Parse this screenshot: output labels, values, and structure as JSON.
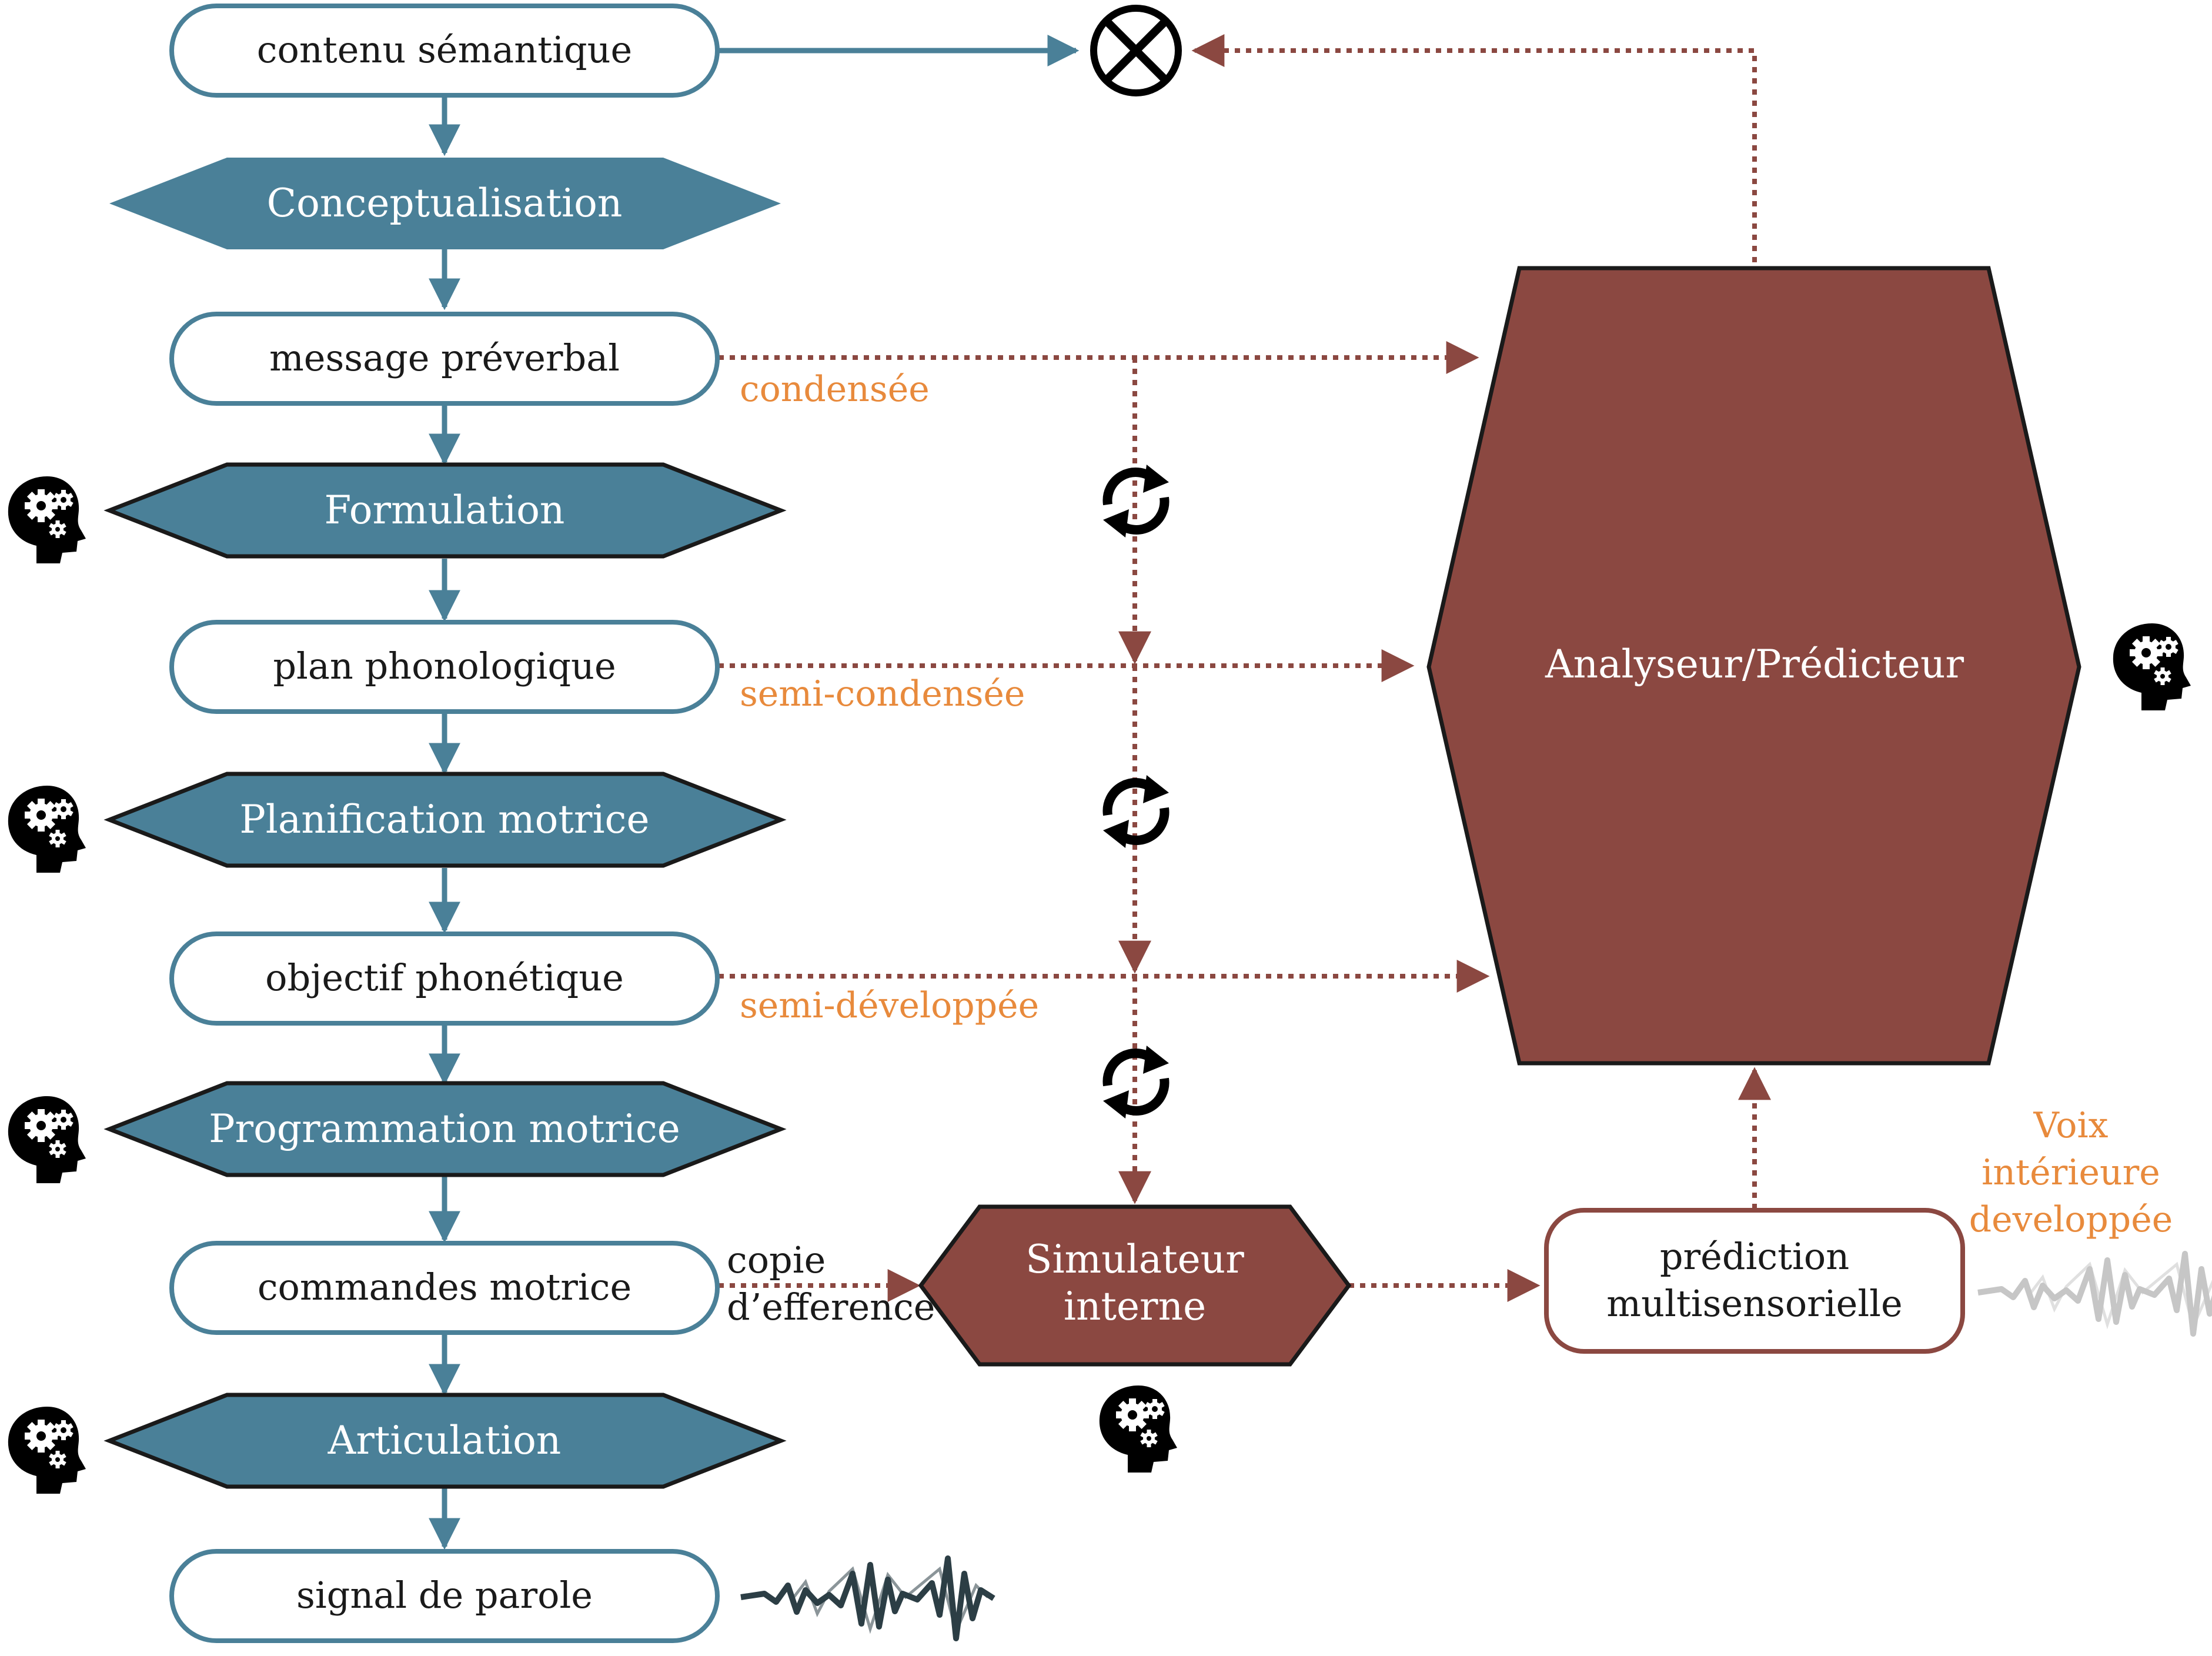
{
  "colors": {
    "stage_fill": "#4a8098",
    "box_stroke": "#4a8098",
    "arrow_blue": "#4a8098",
    "predictor_fill": "#8b4841",
    "dotted": "#8b4841",
    "qualifier_text": "#e88a3c"
  },
  "flow": {
    "contenu": "contenu sémantique",
    "conceptualisation": "Conceptualisation",
    "message": "message préverbal",
    "formulation": "Formulation",
    "plan": "plan phonologique",
    "planification": "Planification motrice",
    "objectif": "objectif phonétique",
    "programmation": "Programmation motrice",
    "commandes": "commandes motrice",
    "articulation": "Articulation",
    "signal": "signal de parole"
  },
  "qualifiers": {
    "condensee": "condensée",
    "semi_condensee": "semi-condensée",
    "semi_developpee": "semi-développée"
  },
  "efference": {
    "line1": "copie",
    "line2": "d’efference"
  },
  "simulator": {
    "line1": "Simulateur",
    "line2": "interne"
  },
  "predictor": {
    "label": "Analyseur/Prédicteur"
  },
  "prediction": {
    "line1": "prédiction",
    "line2": "multisensorielle"
  },
  "inner_voice": {
    "line1": "Voix",
    "line2": "intérieure",
    "line3": "developpée"
  },
  "icons": {
    "comparator": "comparator-x-icon",
    "cycle": "cycle-arrows-icon",
    "head": "head-gears-icon",
    "waveform": "speech-waveform-icon"
  }
}
